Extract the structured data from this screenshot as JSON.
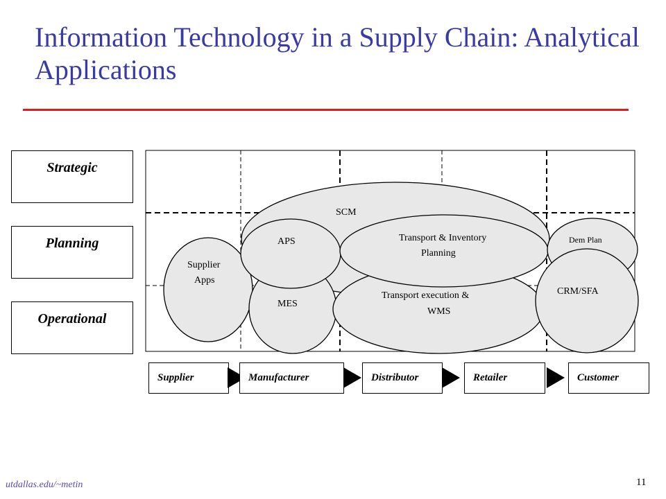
{
  "slide": {
    "title": "Information Technology in a Supply Chain: Analytical Applications",
    "footer_url": "utdallas.edu/~metin",
    "page_number": "11"
  },
  "levels": [
    "Strategic",
    "Planning",
    "Operational"
  ],
  "chain": [
    "Supplier",
    "Manufacturer",
    "Distributor",
    "Retailer",
    "Customer"
  ],
  "applications": {
    "scm": "SCM",
    "aps": "APS",
    "transport_inventory_line1": "Transport & Inventory",
    "transport_inventory_line2": "Planning",
    "supplier_line1": "Supplier",
    "supplier_line2": "Apps",
    "mes": "MES",
    "transport_exec_line1": "Transport execution &",
    "transport_exec_line2": "WMS",
    "dem_plan": "Dem Plan",
    "crm_sfa": "CRM/SFA"
  },
  "colors": {
    "title": "#3a3aa6",
    "rule": "#e31b1b",
    "ellipse_fill": "#e8e8e8"
  }
}
